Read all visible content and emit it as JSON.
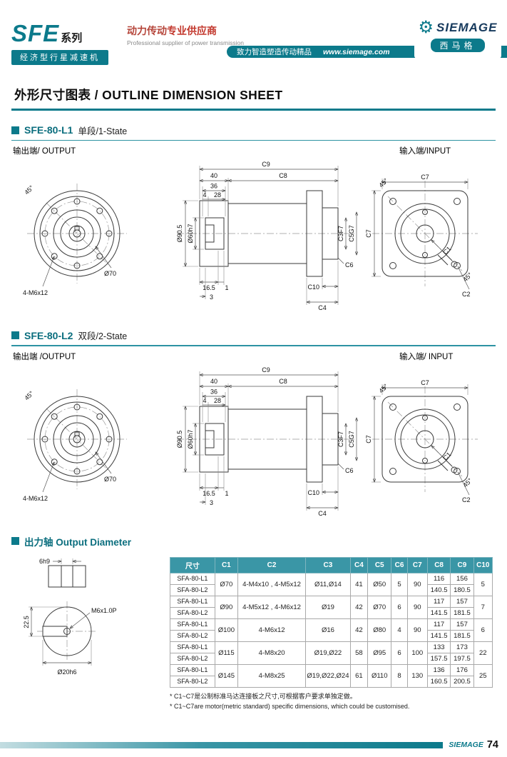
{
  "header": {
    "brand_prefix": "SFE",
    "brand_suffix": "系列",
    "brand_bar": "经济型行星减速机",
    "supplier_cn_a": "动力传动",
    "supplier_cn_b": "专业供应商",
    "supplier_en": "Professional supplier of power transmission",
    "slogan": "致力智造塑造传动精品",
    "website": "www.siemage.com",
    "logo_name": "SIEMAGE",
    "logo_cn": "西马格"
  },
  "icons": {
    "gear": "⚙"
  },
  "page_title": "外形尺寸图表 / OUTLINE DIMENSION SHEET",
  "dims": {
    "c9": "C9",
    "c8": "C8",
    "len40": "40",
    "len36": "36",
    "len4": "4",
    "len28": "28",
    "dia905": "Ø90.5",
    "dia60h7": "Ø60h7",
    "len165": "16.5",
    "len1": "1",
    "len3": "3",
    "c3f7": "C3F7",
    "c5g7": "C5G7",
    "c6": "C6",
    "c10": "C10",
    "c4": "C4",
    "c7": "C7",
    "c1": "C1",
    "c2": "C2",
    "angle45": "45°",
    "dia70": "Ø70",
    "bolt": "4-M6x12"
  },
  "sections": [
    {
      "model": "SFE-80-L1",
      "desc": "单段/1-State",
      "output_label": "输出端/ OUTPUT",
      "input_label": "输入端/INPUT"
    },
    {
      "model": "SFE-80-L2",
      "desc": "双段/2-State",
      "output_label": "输出端 /OUTPUT",
      "input_label": "输入端/ INPUT"
    }
  ],
  "output_axis": {
    "title": "出力轴 Output Diameter",
    "key_width": "6h9",
    "thread": "M6x1.0P",
    "depth": "22.5",
    "shaft_dia": "Ø20h6"
  },
  "table": {
    "headers": [
      "尺寸",
      "C1",
      "C2",
      "C3",
      "C4",
      "C5",
      "C6",
      "C7",
      "C8",
      "C9",
      "C10"
    ],
    "groups": [
      {
        "models": [
          "SFA-80-L1",
          "SFA-80-L2"
        ],
        "c1": "Ø70",
        "c2": "4-M4x10 , 4-M5x12",
        "c3": "Ø11,Ø14",
        "c4": "41",
        "c5": "Ø50",
        "c6": "5",
        "c7": "90",
        "c8": [
          "116",
          "140.5"
        ],
        "c9": [
          "156",
          "180.5"
        ],
        "c10": "5"
      },
      {
        "models": [
          "SFA-80-L1",
          "SFA-80-L2"
        ],
        "c1": "Ø90",
        "c2": "4-M5x12 , 4-M6x12",
        "c3": "Ø19",
        "c4": "42",
        "c5": "Ø70",
        "c6": "6",
        "c7": "90",
        "c8": [
          "117",
          "141.5"
        ],
        "c9": [
          "157",
          "181.5"
        ],
        "c10": "7"
      },
      {
        "models": [
          "SFA-80-L1",
          "SFA-80-L2"
        ],
        "c1": "Ø100",
        "c2": "4-M6x12",
        "c3": "Ø16",
        "c4": "42",
        "c5": "Ø80",
        "c6": "4",
        "c7": "90",
        "c8": [
          "117",
          "141.5"
        ],
        "c9": [
          "157",
          "181.5"
        ],
        "c10": "6"
      },
      {
        "models": [
          "SFA-80-L1",
          "SFA-80-L2"
        ],
        "c1": "Ø115",
        "c2": "4-M8x20",
        "c3": "Ø19,Ø22",
        "c4": "58",
        "c5": "Ø95",
        "c6": "6",
        "c7": "100",
        "c8": [
          "133",
          "157.5"
        ],
        "c9": [
          "173",
          "197.5"
        ],
        "c10": "22"
      },
      {
        "models": [
          "SFA-80-L1",
          "SFA-80-L2"
        ],
        "c1": "Ø145",
        "c2": "4-M8x25",
        "c3": "Ø19,Ø22,Ø24",
        "c4": "61",
        "c5": "Ø110",
        "c6": "8",
        "c7": "130",
        "c8": [
          "136",
          "160.5"
        ],
        "c9": [
          "176",
          "200.5"
        ],
        "c10": "25"
      }
    ]
  },
  "footnotes": [
    "* C1~C7是公制标准马达连接板之尺寸,可根据客户要求单独定做。",
    "* C1~C7are motor(metric standard) specific dimensions, which could be customised."
  ],
  "footer": {
    "brand": "SIEMAGE",
    "page": "74"
  }
}
